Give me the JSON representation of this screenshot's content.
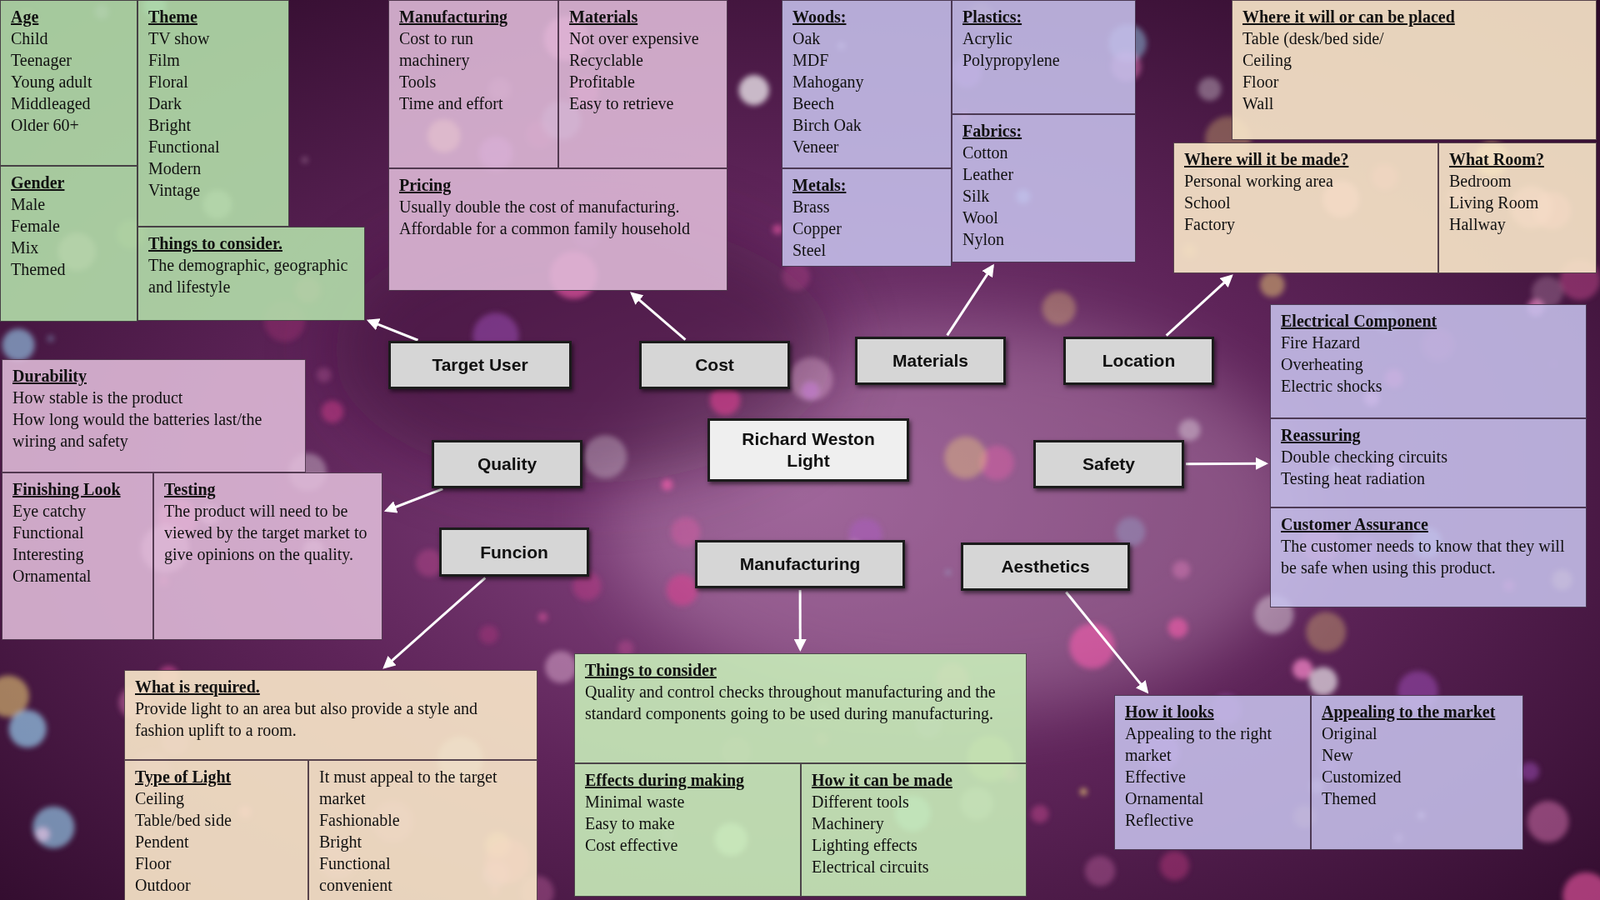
{
  "diagram": {
    "nodes": [
      {
        "text": [
          "Age",
          "Child",
          "Teenager",
          "Young adult",
          "Middleaged",
          "Older 60+"
        ]
      },
      {
        "text": [
          "Theme",
          "TV show",
          "Film",
          "Floral",
          "Dark",
          "Bright",
          "Functional",
          "Modern",
          "Vintage"
        ]
      },
      {
        "text": [
          "Manufacturing",
          "Cost to run machinery",
          "Tools",
          "Time and effort"
        ]
      },
      {
        "text": [
          "Materials",
          "Not over expensive",
          "Recyclable",
          "Profitable",
          "Easy to retrieve"
        ]
      },
      {
        "text": [
          "Woods:",
          "Oak",
          "MDF",
          "Mahogany",
          "Beech",
          "Birch Oak",
          "Veneer"
        ]
      },
      {
        "text": [
          "Plastics:",
          "Acrylic",
          "Polypropylene"
        ]
      },
      {
        "text": [
          "Where it will or can be placed",
          "Table (desk/bed side/",
          "Ceiling",
          "Floor",
          "Wall"
        ]
      },
      {
        "text": [
          "Fabrics:",
          "Cotton",
          "Leather",
          "Silk",
          "Wool",
          "Nylon"
        ]
      },
      {
        "text": [
          "Gender",
          "Male",
          "Female",
          "Mix",
          "Themed"
        ]
      },
      {
        "text": [
          "Pricing",
          "Usually double the cost of manufacturing.",
          "Affordable for a common family household"
        ]
      },
      {
        "text": [
          "Metals:",
          "Brass",
          "Copper",
          "Steel"
        ]
      },
      {
        "text": [
          "Where will it be made?",
          "Personal working area",
          "School",
          "Factory"
        ]
      },
      {
        "text": [
          "What Room?",
          "Bedroom",
          "Living Room",
          "Hallway"
        ]
      },
      {
        "text": [
          "Things to consider.",
          "The demographic, geographic and lifestyle"
        ]
      },
      {
        "text": [
          "Electrical Component",
          "Fire Hazard",
          "Overheating",
          "Electric shocks"
        ]
      },
      {
        "text": [
          "Target User"
        ]
      },
      {
        "text": [
          "Cost"
        ]
      },
      {
        "text": [
          "Materials"
        ]
      },
      {
        "text": [
          "Location"
        ]
      },
      {
        "text": [
          "Durability",
          "How stable is the product",
          "How long would the batteries last/the wiring and safety"
        ]
      },
      {
        "text": [
          "Richard Weston Light"
        ]
      },
      {
        "text": [
          "Reassuring",
          "Double checking circuits",
          "Testing heat radiation"
        ]
      },
      {
        "text": [
          "Quality"
        ]
      },
      {
        "text": [
          "Safety"
        ]
      },
      {
        "text": [
          "Finishing Look",
          "Eye catchy",
          "Functional",
          "Interesting",
          "Ornamental"
        ]
      },
      {
        "text": [
          "Testing",
          "The product will need to be viewed by the target market to give opinions on the quality."
        ]
      },
      {
        "text": [
          "Customer Assurance",
          "The customer needs to know that they will be safe when using this product."
        ]
      },
      {
        "text": [
          "Funcion"
        ]
      },
      {
        "text": [
          "Manufacturing"
        ]
      },
      {
        "text": [
          "Aesthetics"
        ]
      },
      {
        "text": [
          "Things to consider",
          "Quality and control checks throughout manufacturing and the standard components going to be used during manufacturing."
        ]
      },
      {
        "text": [
          "What is required.",
          "Provide light to an area but also provide a style and fashion uplift to a room."
        ]
      },
      {
        "text": [
          "How it looks",
          "Appealing to the right market",
          "Effective",
          "Ornamental",
          "Reflective"
        ]
      },
      {
        "text": [
          "Appealing to the market",
          "Original",
          "New",
          "Customized",
          "Themed"
        ]
      },
      {
        "text": [
          "Type of Light",
          "Ceiling",
          "Table/bed side",
          "Pendent",
          "Floor",
          "Outdoor"
        ]
      },
      {
        "text": [
          "It must appeal to the target market",
          "Fashionable",
          "Bright",
          "Functional",
          "convenient"
        ]
      },
      {
        "text": [
          "Effects during making",
          "Minimal waste",
          "Easy to make",
          "Cost effective"
        ]
      },
      {
        "text": [
          "How it can be made",
          "Different tools",
          "Machinery",
          "Lighting effects",
          "Electrical circuits"
        ]
      }
    ],
    "edges": [
      {
        "from": 15,
        "to": 13,
        "arrow": "to"
      },
      {
        "from": 16,
        "to": 9,
        "arrow": "to"
      },
      {
        "from": 17,
        "to": 7,
        "arrow": "to"
      },
      {
        "from": 18,
        "to": 11,
        "arrow": "to"
      },
      {
        "from": 22,
        "to": 25,
        "arrow": "to"
      },
      {
        "from": 23,
        "to": 21,
        "arrow": "to"
      },
      {
        "from": 27,
        "to": 31,
        "arrow": "to"
      },
      {
        "from": 28,
        "to": 30,
        "arrow": "to"
      },
      {
        "from": 29,
        "to": 32,
        "arrow": "to"
      }
    ]
  }
}
